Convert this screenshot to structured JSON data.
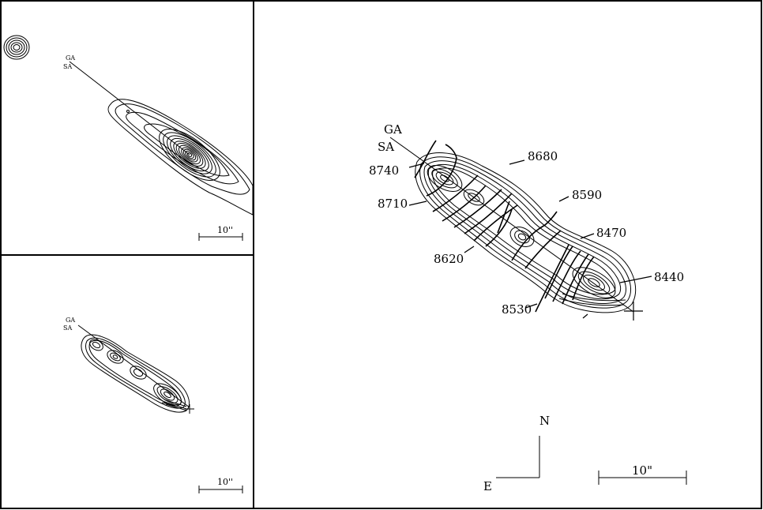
{
  "panels": {
    "top_left": {
      "axis_labels": [
        "GA",
        "SA"
      ],
      "scale_label": "10''"
    },
    "bottom_left": {
      "axis_labels": [
        "GA",
        "SA"
      ],
      "scale_label": "10''"
    },
    "right": {
      "axis_labels": [
        "GA",
        "SA"
      ],
      "velocity_labels": [
        "8740",
        "8710",
        "8680",
        "8620",
        "8590",
        "8470",
        "8530",
        "8440"
      ],
      "compass": {
        "north": "N",
        "east": "E"
      },
      "scale_label": "10\""
    }
  }
}
